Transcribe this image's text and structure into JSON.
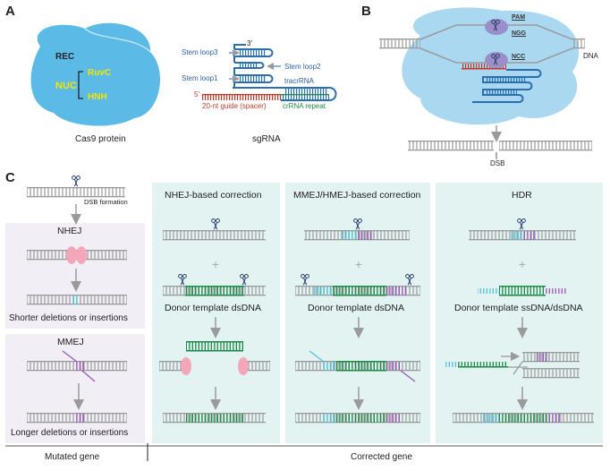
{
  "panels": {
    "a": "A",
    "b": "B",
    "c": "C"
  },
  "cas9": {
    "rec": "REC",
    "nuc": "NUC",
    "ruvc": "RuvC",
    "hnh": "HNH",
    "caption": "Cas9 protein"
  },
  "sgrna": {
    "three_prime": "3'",
    "five_prime": "5'",
    "stem_loop3": "Stem loop3",
    "stem_loop2": "Stem loop2",
    "stem_loop1": "Stem loop1",
    "tracrrna": "tracrRNA",
    "guide": "20-nt guide (spacer)",
    "crrna_repeat": "crRNA repeat",
    "caption": "sgRNA"
  },
  "panel_b": {
    "pam": "PAM",
    "ngg": "NGG",
    "ncc": "NCC",
    "dna": "DNA",
    "dsb": "DSB"
  },
  "panel_c": {
    "dsb_formation": "DSB formation",
    "nhej": "NHEJ",
    "shorter": "Shorter deletions or insertions",
    "mmej": "MMEJ",
    "longer": "Longer deletions or insertions",
    "nhej_corr": "NHEJ-based correction",
    "mmej_corr": "MMEJ/HMEJ-based correction",
    "hdr": "HDR",
    "donor_ds1": "Donor template dsDNA",
    "donor_ds2": "Donor template dsDNA",
    "donor_ss": "Donor template ssDNA/dsDNA",
    "plus": "+",
    "mutated": "Mutated gene",
    "corrected": "Corrected gene"
  },
  "colors": {
    "cas9_blue": "#5bbbe6",
    "guide_red": "#c0392b",
    "tracr_blue": "#2b6fb0",
    "donor_green": "#1e8a4a",
    "micro_cyan": "#4fc3d9",
    "micro_purple": "#9b59b6",
    "nhej_pink": "#f4a7b9",
    "mut_bg": "#f1eef6",
    "corr_bg": "#e3f3f2"
  }
}
